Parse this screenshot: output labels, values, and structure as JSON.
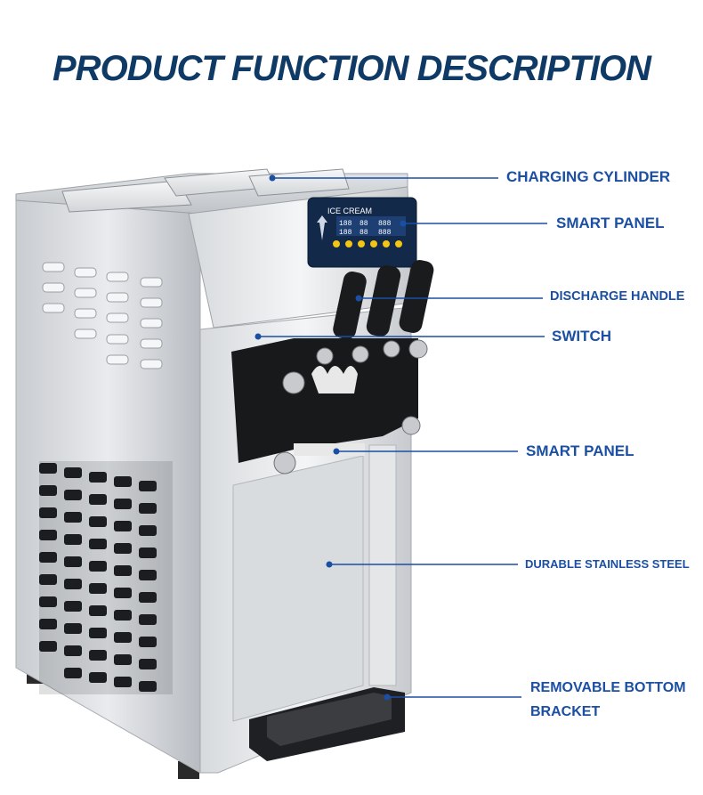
{
  "title": "PRODUCT FUNCTION DESCRIPTION",
  "colors": {
    "title": "#0f3a66",
    "callout": "#1b4fa3"
  },
  "panel_label": "ICE CREAM",
  "callouts": {
    "charging_cylinder": "CHARGING CYLINDER",
    "smart_panel_top": "SMART PANEL",
    "discharge_handle": "DISCHARGE HANDLE",
    "switch": "SWITCH",
    "smart_panel_bottom": "SMART PANEL",
    "durable_steel": "DURABLE STAINLESS STEEL",
    "bottom_bracket_line1": "REMOVABLE BOTTOM",
    "bottom_bracket_line2": "BRACKET"
  }
}
